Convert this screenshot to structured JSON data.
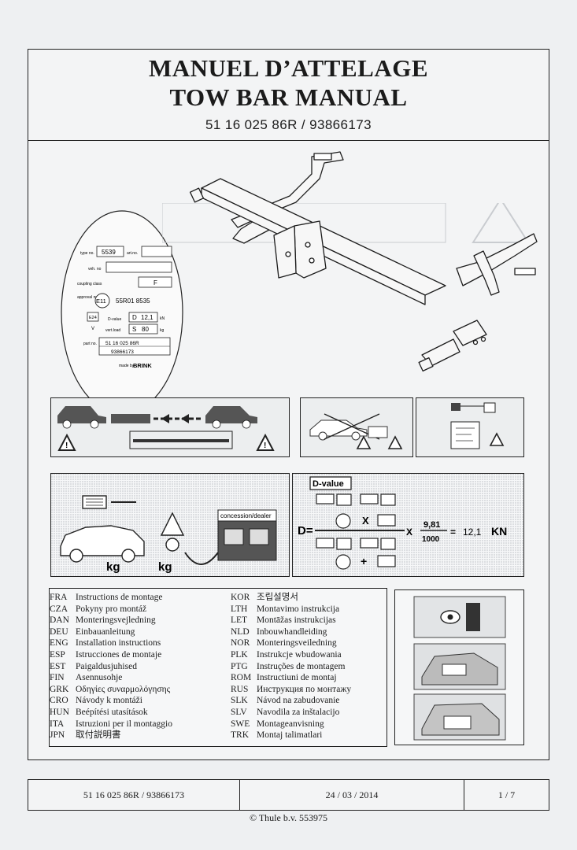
{
  "header": {
    "title_fr": "MANUEL D’ATTELAGE",
    "title_en": "TOW BAR MANUAL",
    "part_numbers": "51 16 025 86R / 93866173"
  },
  "type_label": {
    "fields": [
      {
        "label": "type no.",
        "value": "5539"
      },
      {
        "label": "art.no.",
        "value": ""
      },
      {
        "label": "veh. no",
        "value": ""
      },
      {
        "label": "coupling class",
        "value": "F"
      },
      {
        "label": "approval number",
        "value": "55R01 8535"
      },
      {
        "label": "D-value",
        "value": "12,1"
      },
      {
        "label": "vert.load",
        "value": "80"
      }
    ],
    "approval_mark": "E11",
    "mark_b": "E24",
    "d_unit": "kN",
    "load_unit": "kg",
    "v_label": "V",
    "load_prefix": "S",
    "d_prefix": "D",
    "part_label": "part no.",
    "part_lines": [
      "51 16 025 86R",
      "93866173"
    ],
    "made_by": "made by",
    "brand": "BRINK"
  },
  "dvalue_panel": {
    "label": "D-value",
    "d_equals": "D=",
    "multiply": "X",
    "numerator": "9,81",
    "denominator": "1000",
    "equals": "=",
    "result": "12,1",
    "unit": "KN"
  },
  "weight_panel": {
    "dealer": "concession/dealer",
    "kg_car": "kg",
    "kg_hitch": "kg"
  },
  "languages_left": [
    {
      "code": "FRA",
      "text": "Instructions de montage"
    },
    {
      "code": "CZA",
      "text": "Pokyny pro montáž"
    },
    {
      "code": "DAN",
      "text": "Monteringsvejledning"
    },
    {
      "code": "DEU",
      "text": "Einbauanleitung"
    },
    {
      "code": "ENG",
      "text": "Installation instructions"
    },
    {
      "code": "ESP",
      "text": "Istrucciones de montaje"
    },
    {
      "code": "EST",
      "text": "Paigaldusjuhised"
    },
    {
      "code": "FIN",
      "text": "Asennusohje"
    },
    {
      "code": "GRK",
      "text": "Οδηγίες συναρμολόγησης"
    },
    {
      "code": "CRO",
      "text": "Návody k montáži"
    },
    {
      "code": "HUN",
      "text": "Beépítési utasítások"
    },
    {
      "code": "ITA",
      "text": "Istruzioni per il montaggio"
    },
    {
      "code": "JPN",
      "text": "取付説明書"
    }
  ],
  "languages_right": [
    {
      "code": "KOR",
      "text": "조립설명서"
    },
    {
      "code": "LTH",
      "text": "Montavimo instrukcija"
    },
    {
      "code": "LET",
      "text": "Montāžas instrukcijas"
    },
    {
      "code": "NLD",
      "text": "Inbouwhandleiding"
    },
    {
      "code": "NOR",
      "text": "Monteringsveiledning"
    },
    {
      "code": "PLK",
      "text": "Instrukcje wbudowania"
    },
    {
      "code": "PTG",
      "text": "Instruções de montagem"
    },
    {
      "code": "ROM",
      "text": "Instructiuni de montaj"
    },
    {
      "code": "RUS",
      "text": "Инструкция по монтажу"
    },
    {
      "code": "SLK",
      "text": "Návod na zabudovanie"
    },
    {
      "code": "SLV",
      "text": "Navodila za inštalacijo"
    },
    {
      "code": "SWE",
      "text": "Montageanvisning"
    },
    {
      "code": "TRK",
      "text": "Montaj talimatlari"
    }
  ],
  "footer": {
    "part_numbers": "51 16 025 86R / 93866173",
    "date": "24 / 03 / 2014",
    "page": "1 / 7"
  },
  "copyright": "© Thule b.v. 553975"
}
